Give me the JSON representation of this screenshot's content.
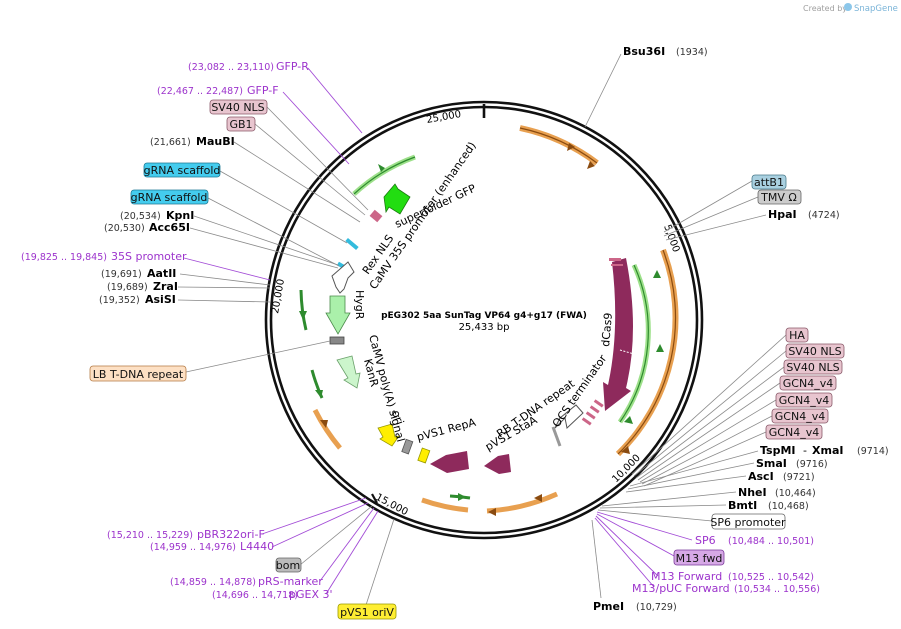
{
  "watermark": {
    "created_by": "Created by",
    "brand": "SnapGene"
  },
  "plasmid": {
    "name": "pEG302 5aa SunTag VP64 g4+g17 (FWA)",
    "length": "25,433 bp"
  },
  "ring_ticks": [
    "25,000",
    "5,000",
    "10,000",
    "15,000",
    "20,000"
  ],
  "features": [
    {
      "name": "superfolder GFP",
      "color": "#22dd11"
    },
    {
      "name": "CaMV 35S promoter (enhanced)",
      "color": "#ffffff"
    },
    {
      "name": "Rex NLS",
      "color": "#cc6688"
    },
    {
      "name": "HygR",
      "color": "#bbf0bb"
    },
    {
      "name": "CaMV poly(A) signal",
      "color": "#ffffff"
    },
    {
      "name": "KanR",
      "color": "#ccf5cc"
    },
    {
      "name": "ori",
      "color": "#ffee00"
    },
    {
      "name": "pVS1 RepA",
      "color": "#8e2a5c"
    },
    {
      "name": "pVS1 StaA",
      "color": "#8e2a5c"
    },
    {
      "name": "RB T-DNA repeat",
      "color": "#999999"
    },
    {
      "name": "OCS terminator",
      "color": "#ffffff"
    },
    {
      "name": "dCas9",
      "color": "#8e2a5c"
    }
  ],
  "left_labels": [
    {
      "kind": "primer",
      "coord": "(23,082 .. 23,110)",
      "name": "GFP-R"
    },
    {
      "kind": "primer",
      "coord": "(22,467 .. 22,487)",
      "name": "GFP-F"
    },
    {
      "kind": "box",
      "name": "SV40 NLS",
      "fill": "#e8c5cf"
    },
    {
      "kind": "box",
      "name": "GB1",
      "fill": "#e8c5cf"
    },
    {
      "kind": "site",
      "coord": "(21,661)",
      "name": "MauBI"
    },
    {
      "kind": "box",
      "name": "gRNA scaffold",
      "fill": "#44ccee"
    },
    {
      "kind": "box",
      "name": "gRNA scaffold",
      "fill": "#44ccee"
    },
    {
      "kind": "site",
      "coord": "(20,534)",
      "name": "KpnI"
    },
    {
      "kind": "site",
      "coord": "(20,530)",
      "name": "Acc65I"
    },
    {
      "kind": "primer",
      "coord": "(19,825 .. 19,845)",
      "name": "35S promoter"
    },
    {
      "kind": "site",
      "coord": "(19,691)",
      "name": "AatII"
    },
    {
      "kind": "site",
      "coord": "(19,689)",
      "name": "ZraI"
    },
    {
      "kind": "site",
      "coord": "(19,352)",
      "name": "AsiSI"
    },
    {
      "kind": "box",
      "name": "LB T-DNA repeat",
      "fill": "#fde0c4"
    },
    {
      "kind": "primer",
      "coord": "(15,210 .. 15,229)",
      "name": "pBR322ori-F"
    },
    {
      "kind": "primer",
      "coord": "(14,959 .. 14,976)",
      "name": "L4440"
    },
    {
      "kind": "box",
      "name": "bom",
      "fill": "#bbbbbb"
    },
    {
      "kind": "primer",
      "coord": "(14,859 .. 14,878)",
      "name": "pRS-marker"
    },
    {
      "kind": "primer",
      "coord": "(14,696 .. 14,718)",
      "name": "pGEX 3'"
    },
    {
      "kind": "box",
      "name": "pVS1 oriV",
      "fill": "#ffee33"
    }
  ],
  "right_labels": [
    {
      "kind": "site",
      "name": "Bsu36I",
      "coord": "(1934)"
    },
    {
      "kind": "box",
      "name": "attB1",
      "fill": "#a9d0e0"
    },
    {
      "kind": "box",
      "name": "TMV Ω",
      "fill": "#cccccc"
    },
    {
      "kind": "site",
      "name": "HpaI",
      "coord": "(4724)"
    },
    {
      "kind": "box",
      "name": "HA",
      "fill": "#e8c5cf"
    },
    {
      "kind": "box",
      "name": "SV40 NLS",
      "fill": "#e8c5cf"
    },
    {
      "kind": "box",
      "name": "SV40 NLS",
      "fill": "#e8c5cf"
    },
    {
      "kind": "box",
      "name": "GCN4_v4",
      "fill": "#e8c5cf"
    },
    {
      "kind": "box",
      "name": "GCN4_v4",
      "fill": "#e8c5cf"
    },
    {
      "kind": "box",
      "name": "GCN4_v4",
      "fill": "#e8c5cf"
    },
    {
      "kind": "box",
      "name": "GCN4_v4",
      "fill": "#e8c5cf"
    },
    {
      "kind": "site",
      "name": "TspMI",
      "name2": "XmaI",
      "coord": "(9714)"
    },
    {
      "kind": "site",
      "name": "SmaI",
      "coord": "(9716)"
    },
    {
      "kind": "site",
      "name": "AscI",
      "coord": "(9721)"
    },
    {
      "kind": "site",
      "name": "NheI",
      "coord": "(10,464)"
    },
    {
      "kind": "site",
      "name": "BmtI",
      "coord": "(10,468)"
    },
    {
      "kind": "box",
      "name": "SP6 promoter",
      "fill": "#ffffff"
    },
    {
      "kind": "primer",
      "name": "SP6",
      "coord": "(10,484 .. 10,501)"
    },
    {
      "kind": "box",
      "name": "M13 fwd",
      "fill": "#d6a8e6"
    },
    {
      "kind": "primer",
      "name": "M13 Forward",
      "coord": "(10,525 .. 10,542)"
    },
    {
      "kind": "primer",
      "name": "M13/pUC Forward",
      "coord": "(10,534 .. 10,556)"
    },
    {
      "kind": "site",
      "name": "PmeI",
      "coord": "(10,729)"
    }
  ]
}
